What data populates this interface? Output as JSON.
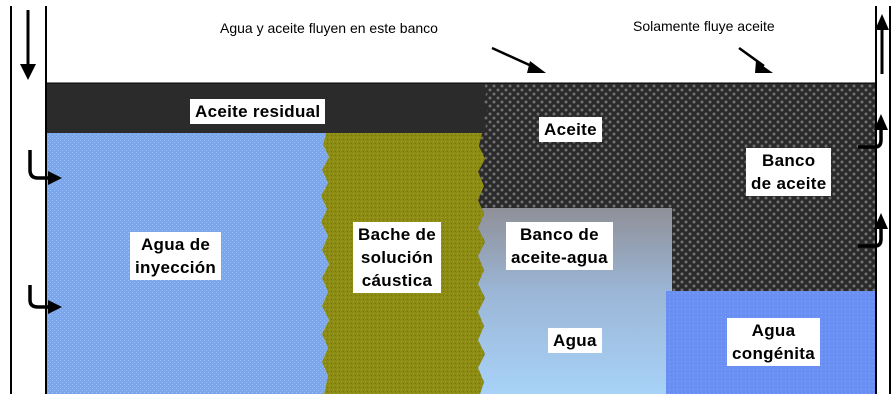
{
  "annotations": {
    "flow_both": "Agua y aceite fluyen en este banco",
    "flow_oil": "Solamente fluye aceite"
  },
  "zones": {
    "residual_oil": "Aceite residual",
    "oil": "Aceite",
    "oil_bank": [
      "Banco",
      "de aceite"
    ],
    "injection_water": [
      "Agua de",
      "inyección"
    ],
    "caustic_slug": [
      "Bache de",
      "solución",
      "cáustica"
    ],
    "oil_water_bank": [
      "Banco de",
      "aceite-agua"
    ],
    "water": "Agua",
    "connate_water": [
      "Agua",
      "congénita"
    ]
  },
  "colors": {
    "injection_water": "#7aa6ee",
    "caustic_slug": "#8c8c14",
    "oil_pattern": "#2e2e2e",
    "residual_oil": "#2b2b2b",
    "connate_water": "#6a8ff2",
    "water_gradient_top": "#8f9098",
    "water_gradient_bottom": "#a8d2f8"
  }
}
